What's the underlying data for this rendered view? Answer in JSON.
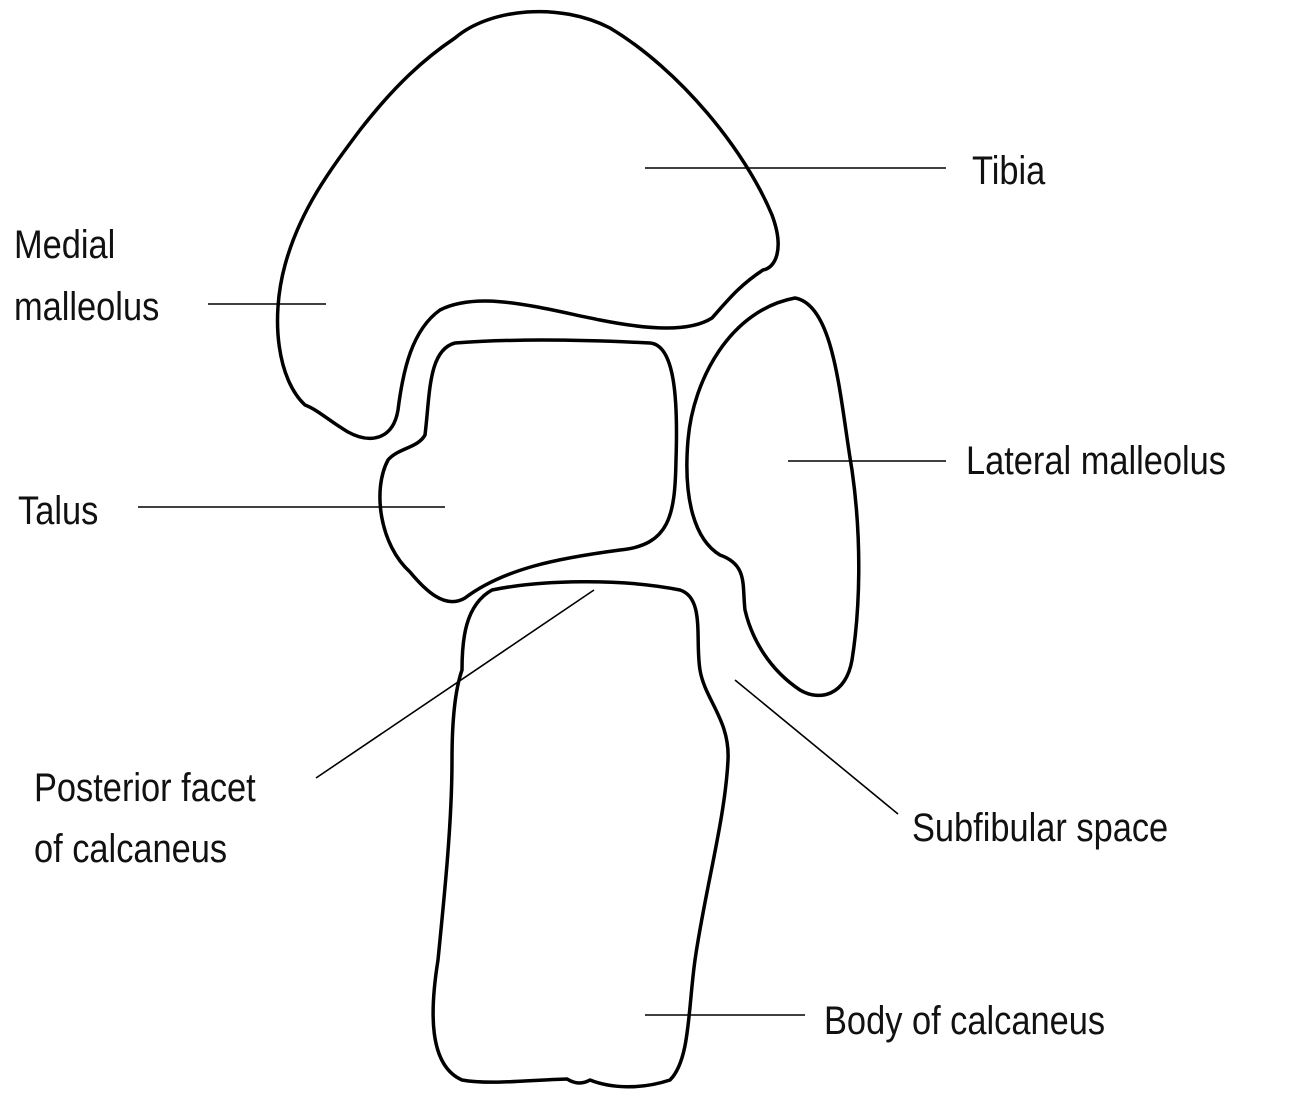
{
  "labels": {
    "tibia": "Tibia",
    "medial_malleolus_line1": "Medial",
    "medial_malleolus_line2": "malleolus",
    "lateral_malleolus": "Lateral malleolus",
    "talus": "Talus",
    "posterior_facet_line1": "Posterior facet",
    "posterior_facet_line2": "of calcaneus",
    "subfibular_space": "Subfibular space",
    "body_of_calcaneus": "Body of calcaneus"
  },
  "colors": {
    "outline": "#000000",
    "fill": "#ffffff",
    "text": "#111111"
  }
}
